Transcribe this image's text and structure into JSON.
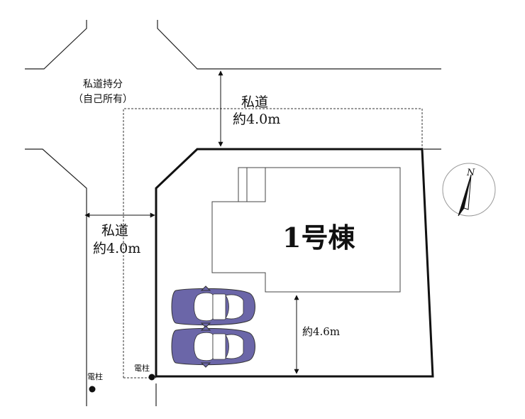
{
  "shared_road_label": [
    "私道持分",
    "（自己所有）"
  ],
  "road_top": {
    "name": "私道",
    "width": "約4.0m"
  },
  "road_left": {
    "name": "私道",
    "width": "約4.0m"
  },
  "building_label": "1号棟",
  "dimension_south": "約4.6m",
  "utility_pole_1": "電柱",
  "utility_pole_2": "電柱",
  "compass_label": "N",
  "colors": {
    "car": "#6b66a8",
    "lines": "#111111"
  }
}
